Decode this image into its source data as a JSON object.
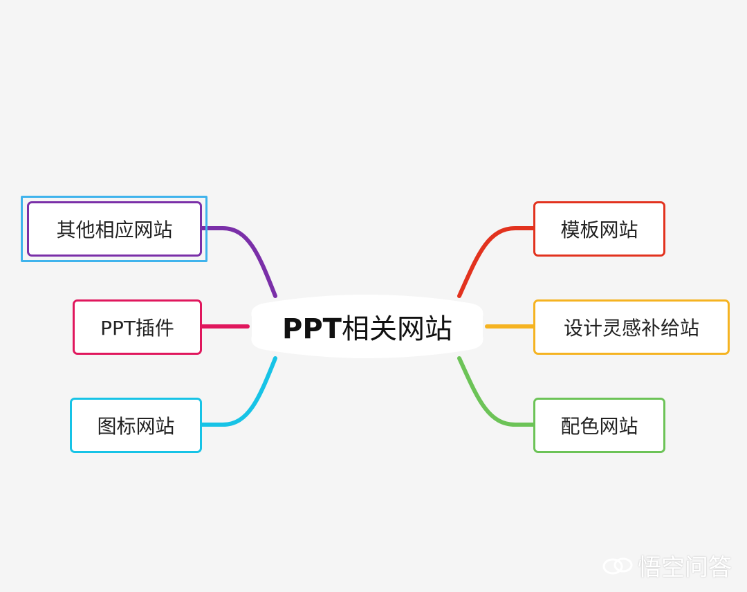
{
  "center": {
    "prefix": "PPT",
    "suffix": "相关网站"
  },
  "branches": [
    {
      "id": "templates",
      "label": "模板网站",
      "color": "#e2321e"
    },
    {
      "id": "inspiration",
      "label": "设计灵感补给站",
      "color": "#f5b321"
    },
    {
      "id": "colors",
      "label": "配色网站",
      "color": "#6cc357"
    },
    {
      "id": "others",
      "label": "其他相应网站",
      "color": "#7a2fa8",
      "selected": true
    },
    {
      "id": "plugins",
      "label": "PPT插件",
      "color": "#e0175d"
    },
    {
      "id": "icons",
      "label": "图标网站",
      "color": "#17c3e6"
    }
  ],
  "selection_color": "#3fb3ec",
  "watermark": {
    "icon": "wukong-logo-icon",
    "text": "悟空问答"
  }
}
